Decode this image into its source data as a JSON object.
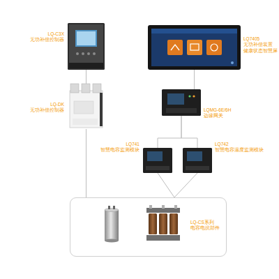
{
  "diagram": {
    "nodes": [
      {
        "text": [
          "LQ-C3X",
          "无功补偿控制器"
        ]
      },
      {
        "text": [
          "LQ7405",
          "无功补偿装置 健康状态智慧屏"
        ]
      },
      {
        "text": [
          "LQ-DK",
          "无功补偿控制器"
        ]
      },
      {
        "text": [
          "LQMG-6E/6H",
          "边缘网关"
        ]
      },
      {
        "text": [
          "LQ741",
          "智慧电容监测模块"
        ]
      },
      {
        "text": [
          "LQ742",
          "智慧电容温度监测模块"
        ]
      },
      {
        "text": [
          "LQ-CS系列",
          "电容电抗部件"
        ]
      }
    ],
    "edges": [
      {
        "from": 0,
        "to": 2,
        "arrow": "none"
      },
      {
        "from": 2,
        "to": 6,
        "arrow": "none"
      },
      {
        "from": 1,
        "to": 3,
        "arrow": "none"
      },
      {
        "from": 3,
        "to": 4,
        "arrow": "none"
      },
      {
        "from": 3,
        "to": 5,
        "arrow": "none"
      },
      {
        "from": 4,
        "to": 6,
        "arrow": "none"
      },
      {
        "from": 5,
        "to": 6,
        "arrow": "none"
      }
    ]
  }
}
